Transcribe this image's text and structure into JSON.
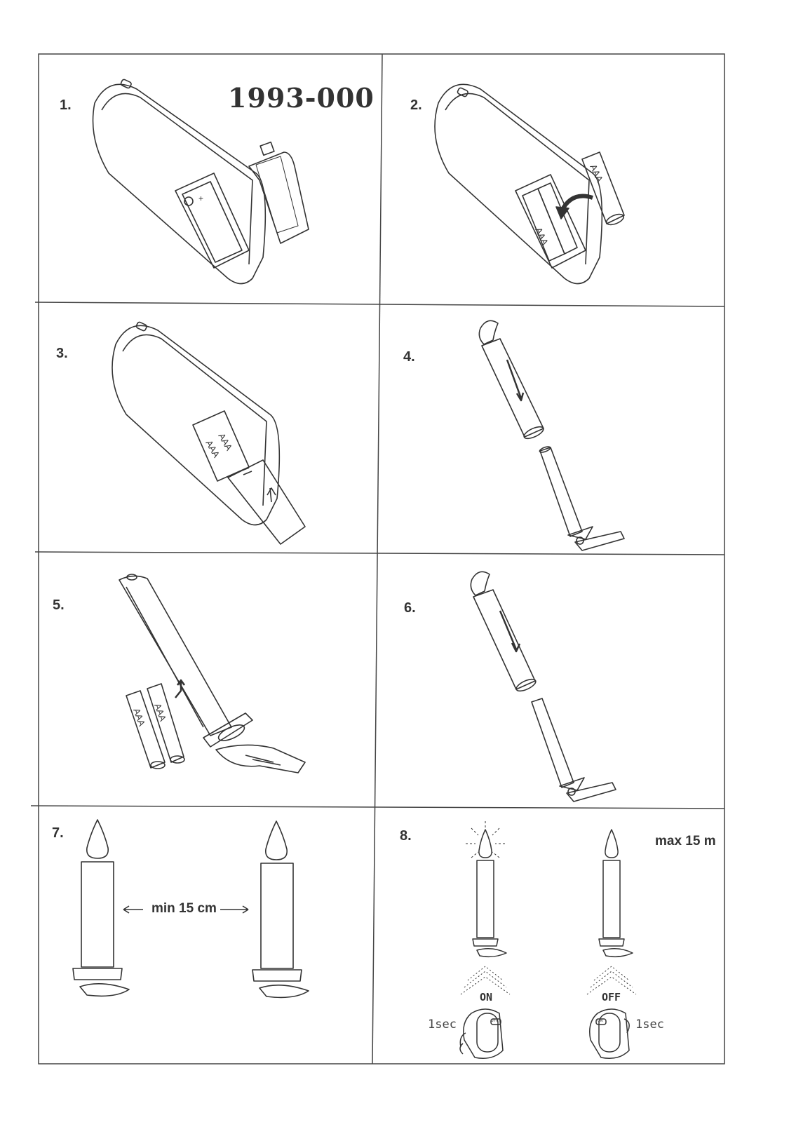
{
  "model_number": "1993-000",
  "steps": [
    {
      "number": "1."
    },
    {
      "number": "2."
    },
    {
      "number": "3."
    },
    {
      "number": "4."
    },
    {
      "number": "5."
    },
    {
      "number": "6."
    },
    {
      "number": "7."
    },
    {
      "number": "8."
    }
  ],
  "battery_label": "AAA",
  "distance_label": "min 15 cm",
  "range_label": "max 15 m",
  "on_label": "ON",
  "off_label": "OFF",
  "press_duration": "1sec",
  "remote_button_on": "ON",
  "remote_button_off": "OFF"
}
